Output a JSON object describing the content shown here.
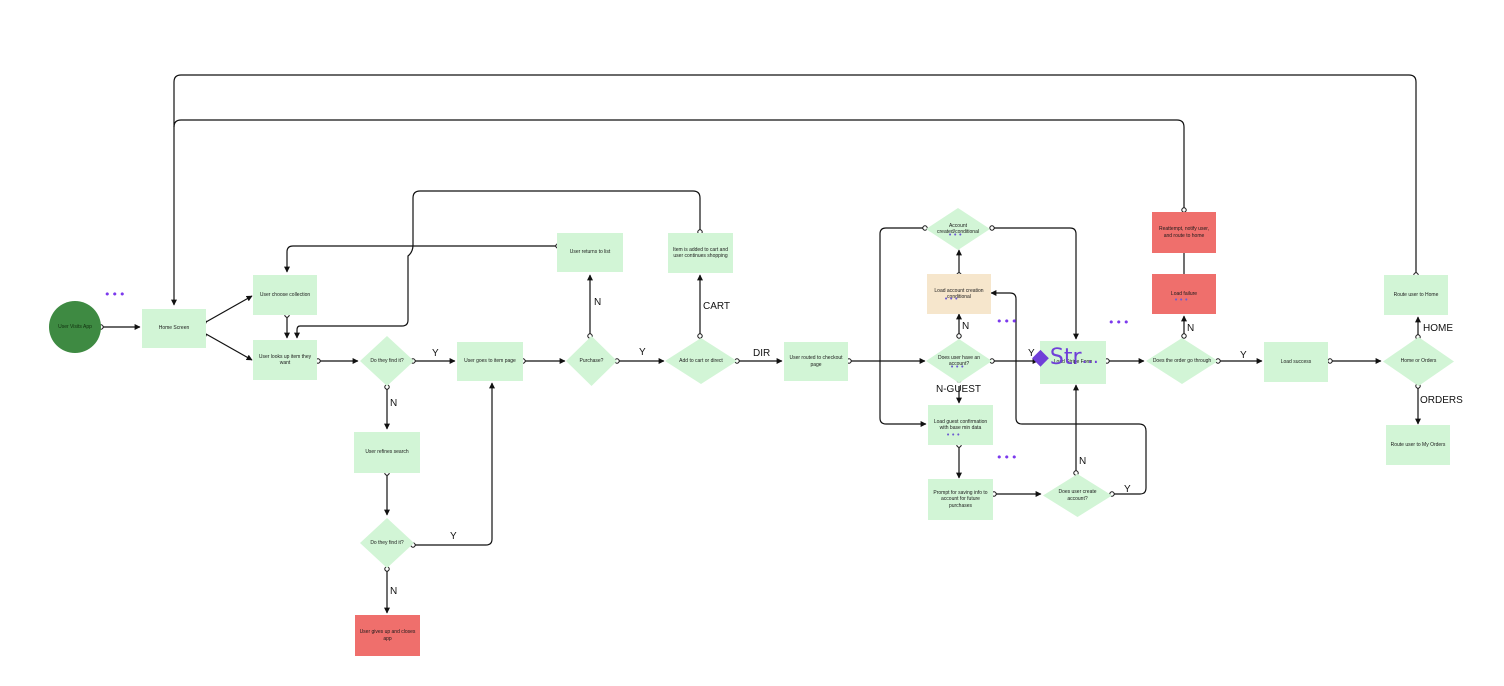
{
  "nodes": {
    "user_visits_app": "User Visits App",
    "home_screen": "Home Screen",
    "user_choose_collection": "User choose collection",
    "user_looks_up_item": "User looks up item they want",
    "find_it_1": "Do they find it?",
    "user_refines_search": "User refines search",
    "find_it_2": "Do they find it?",
    "gives_up": "User gives up and closes app",
    "item_page": "User goes to item page",
    "purchase": "Purchase?",
    "returns_to_list": "User returns to list",
    "cart_or_direct": "Add to cart or direct",
    "item_added": "Item is added to cart and user continues shopping",
    "checkout_page": "User routed to checkout page",
    "has_account": "Does user have an account?",
    "load_account_creation": "Load account creation conditional",
    "account_created": "Account created/conditional",
    "load_guest": "Load guest confirmation with base min data",
    "prompt_save": "Prompt for saving info to account for future purchases",
    "create_account": "Does user create account?",
    "load_stripe": "Load Stripe Form",
    "order_through": "Does the order go through",
    "load_failure": "Load failure",
    "reattempt": "Reattempt, notify user, and route to home",
    "load_success": "Load success",
    "home_or_orders": "Home or Orders",
    "route_home": "Route user to Home",
    "route_orders": "Route user to My Orders"
  },
  "edge_labels": {
    "y": "Y",
    "n": "N",
    "cart": "CART",
    "dir": "DIR",
    "n_guest": "N-GUEST",
    "home": "HOME",
    "orders": "ORDERS"
  },
  "overlay": {
    "logo_text": "Str",
    "logo_ellipsis": "...",
    "more_dots": "•••"
  },
  "colors": {
    "process_fill": "#d2f5d6",
    "error_fill": "#ef6f6c",
    "conditional_fill": "#f6e6cc",
    "start_fill": "#3e8a42",
    "accent": "#7c3aed",
    "line": "#111111"
  }
}
